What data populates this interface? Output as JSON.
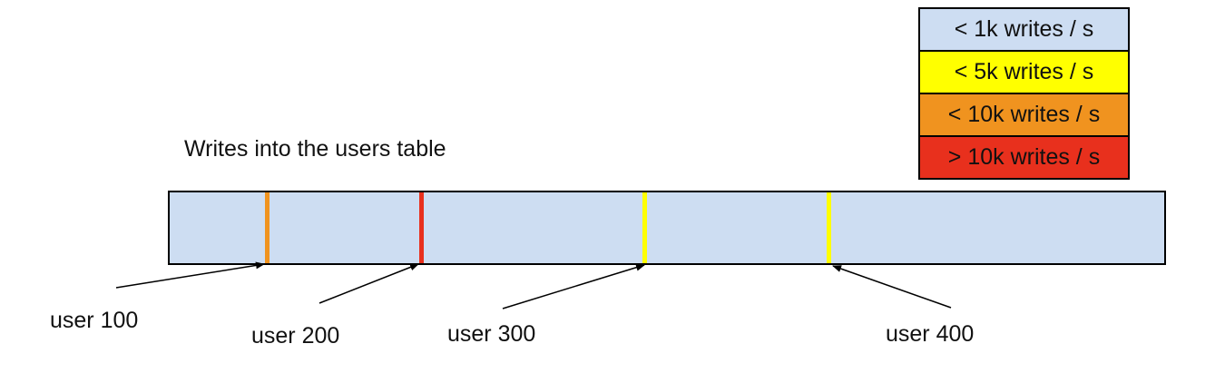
{
  "title": "Writes into the users table",
  "legend": {
    "items": [
      {
        "label": "< 1k writes / s",
        "color": "#cdddf2"
      },
      {
        "label": "< 5k writes / s",
        "color": "#ffff00"
      },
      {
        "label": "< 10k writes / s",
        "color": "#f0931f"
      },
      {
        "label": "> 10k writes / s",
        "color": "#e8301d"
      }
    ]
  },
  "bar": {
    "fill": "#cdddf2",
    "border_color": "#000000",
    "markers": [
      {
        "label": "user 100",
        "color": "#f0931f"
      },
      {
        "label": "user 200",
        "color": "#e8301d"
      },
      {
        "label": "user 300",
        "color": "#ffff00"
      },
      {
        "label": "user 400",
        "color": "#ffff00"
      }
    ]
  }
}
